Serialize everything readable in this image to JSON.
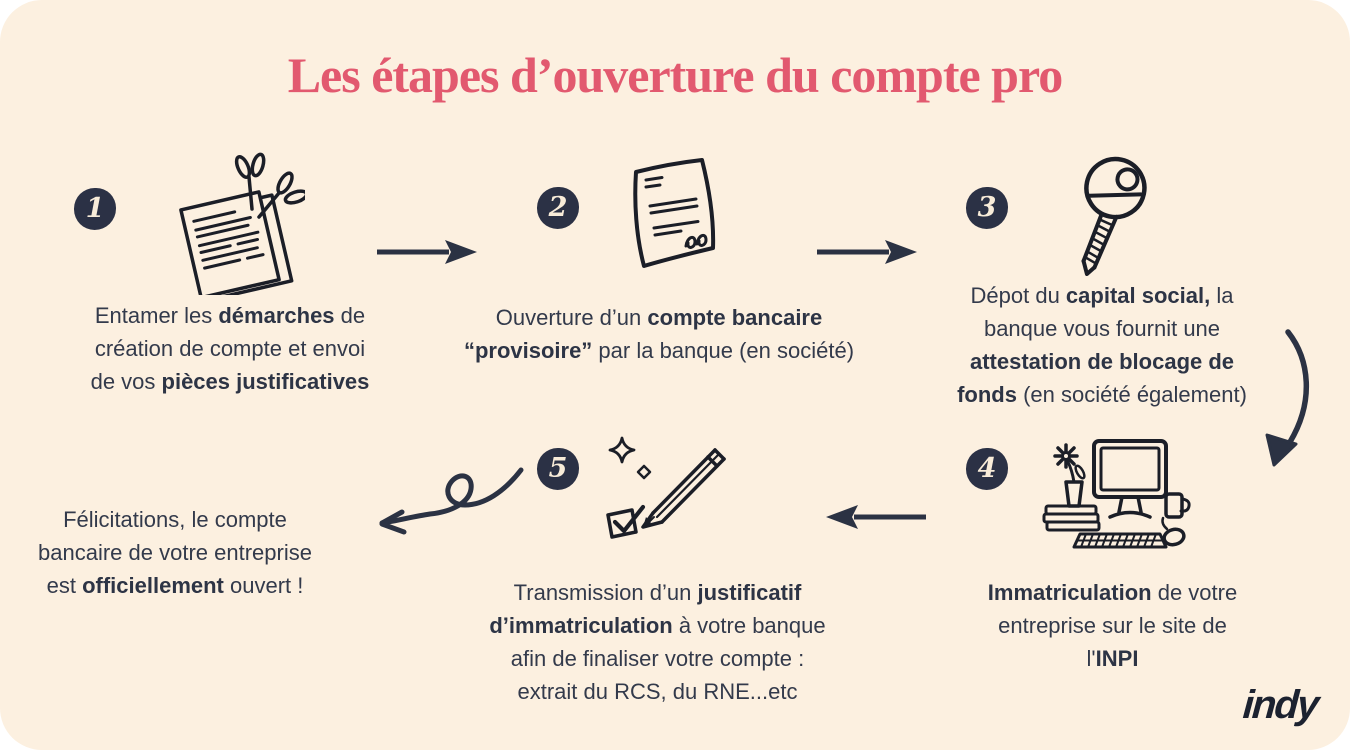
{
  "page": {
    "title": "Les étapes d’ouverture du compte pro",
    "brand": "indy"
  },
  "colors": {
    "card_background": "#fcf0e0",
    "page_outside": "#ffffff",
    "title": "#e2596f",
    "body_text": "#333a4b",
    "icon_ink": "#1b1e27",
    "arrow": "#2b3243",
    "badge_background": "#2b3145",
    "badge_number": "#f8ecd9",
    "logo": "#1c2230"
  },
  "steps": [
    {
      "number": "1",
      "icon": "pinned-documents-icon",
      "segments": [
        {
          "t": "Entamer les "
        },
        {
          "t": "démarches",
          "b": true
        },
        {
          "t": " de\ncréation de compte et envoi\nde vos "
        },
        {
          "t": "pièces justificatives",
          "b": true
        }
      ]
    },
    {
      "number": "2",
      "icon": "signed-document-icon",
      "segments": [
        {
          "t": "Ouverture d’un "
        },
        {
          "t": "compte bancaire",
          "b": true
        },
        {
          "t": "\n"
        },
        {
          "t": "“provisoire”",
          "b": true
        },
        {
          "t": " par la banque (en société)"
        }
      ]
    },
    {
      "number": "3",
      "icon": "key-icon",
      "segments": [
        {
          "t": "Dépot du "
        },
        {
          "t": "capital social,",
          "b": true
        },
        {
          "t": " la\nbanque vous fournit une\n"
        },
        {
          "t": "attestation de blocage de\nfonds",
          "b": true
        },
        {
          "t": " (en société également)"
        }
      ]
    },
    {
      "number": "4",
      "icon": "computer-desk-icon",
      "segments": [
        {
          "t": "Immatriculation",
          "b": true
        },
        {
          "t": " de votre\nentreprise sur le site de\nl'"
        },
        {
          "t": "INPI",
          "b": true
        }
      ]
    },
    {
      "number": "5",
      "icon": "pencil-checkbox-icon",
      "segments": [
        {
          "t": "Transmission d’un "
        },
        {
          "t": "justificatif\nd’immatriculation",
          "b": true
        },
        {
          "t": " à votre banque\nafin de finaliser votre compte :\nextrait du RCS, du RNE...etc"
        }
      ]
    }
  ],
  "final": {
    "segments": [
      {
        "t": "Félicitations, le compte\nbancaire de votre entreprise\nest "
      },
      {
        "t": "officiellement",
        "b": true
      },
      {
        "t": " ouvert !"
      }
    ]
  }
}
